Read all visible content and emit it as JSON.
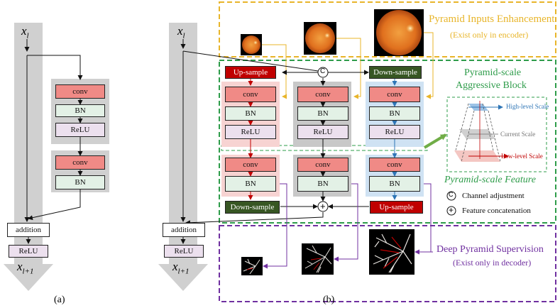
{
  "panel_a": {
    "input": "x",
    "input_sub": "l",
    "output": "x",
    "output_sub": "l+1",
    "block1": [
      "conv",
      "BN",
      "ReLU"
    ],
    "block2": [
      "conv",
      "BN"
    ],
    "addition": "addition",
    "relu": "ReLU",
    "caption": "(a)"
  },
  "panel_b": {
    "input": "x",
    "input_sub": "l",
    "output": "x",
    "output_sub": "l+1",
    "addition": "addition",
    "relu": "ReLU",
    "caption": "(b)",
    "up_sample": "Up-sample",
    "down_sample": "Down-sample",
    "conv": "conv",
    "bn": "BN",
    "relu_label": "ReLU",
    "concat_symbol": "+",
    "channel_symbol": "C"
  },
  "pyramid_inputs": {
    "title": "Pyramid Inputs Enhancement",
    "subtitle": "(Exist only in encoder)"
  },
  "aggressive_block": {
    "title_line1": "Pyramid-scale",
    "title_line2": "Aggressive Block"
  },
  "pyramid_feature": {
    "title": "Pyramid-scale Feature",
    "high": "High-level Scale",
    "current": "Current Scale",
    "low": "Low-level Scale"
  },
  "legend": {
    "channel_symbol": "C",
    "channel": "Channel adjustment",
    "concat_symbol": "+",
    "concat": "Feature concatenation"
  },
  "deep_supervision": {
    "title": "Deep Pyramid Supervision",
    "subtitle": "(Exist only in decoder)"
  },
  "colors": {
    "yellow": "#e8b52a",
    "green": "#2e9c4a",
    "purple": "#7030a0",
    "red": "#c00000",
    "dark_green": "#375623",
    "blue": "#2e75b6",
    "conv": "#f08a86",
    "bn": "#e3f1e6",
    "relu": "#ece0ee"
  }
}
